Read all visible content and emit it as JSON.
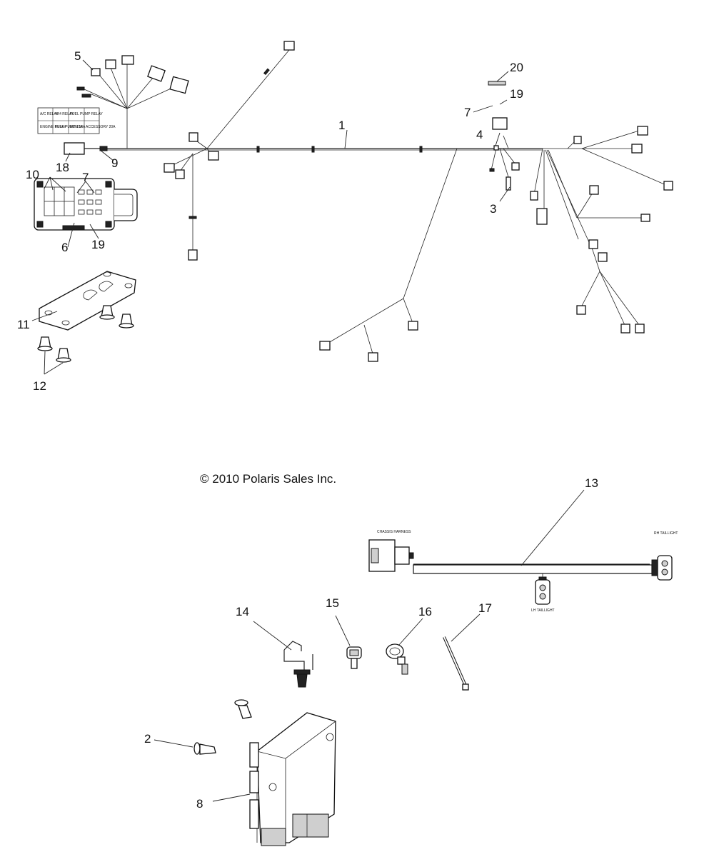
{
  "copyright": "© 2010 Polaris Sales Inc.",
  "callouts": [
    "1",
    "2",
    "3",
    "4",
    "5",
    "6",
    "7",
    "7",
    "8",
    "9",
    "10",
    "11",
    "12",
    "13",
    "14",
    "15",
    "16",
    "17",
    "18",
    "19",
    "19",
    "20"
  ],
  "harness_labels": {
    "chassis": "CHASSIS HARNESS",
    "rh": "RH TAILLIGHT",
    "lh": "LH TAILLIGHT"
  },
  "fuse_legend": {
    "cells": [
      "A/C RELAY",
      "4X4 RELAY",
      "FUEL PUMP RELAY",
      "",
      "ENGINE RELAY",
      "FUEL PUMP 15A",
      "ECM 10A",
      "ACCESSORY 20A"
    ]
  }
}
